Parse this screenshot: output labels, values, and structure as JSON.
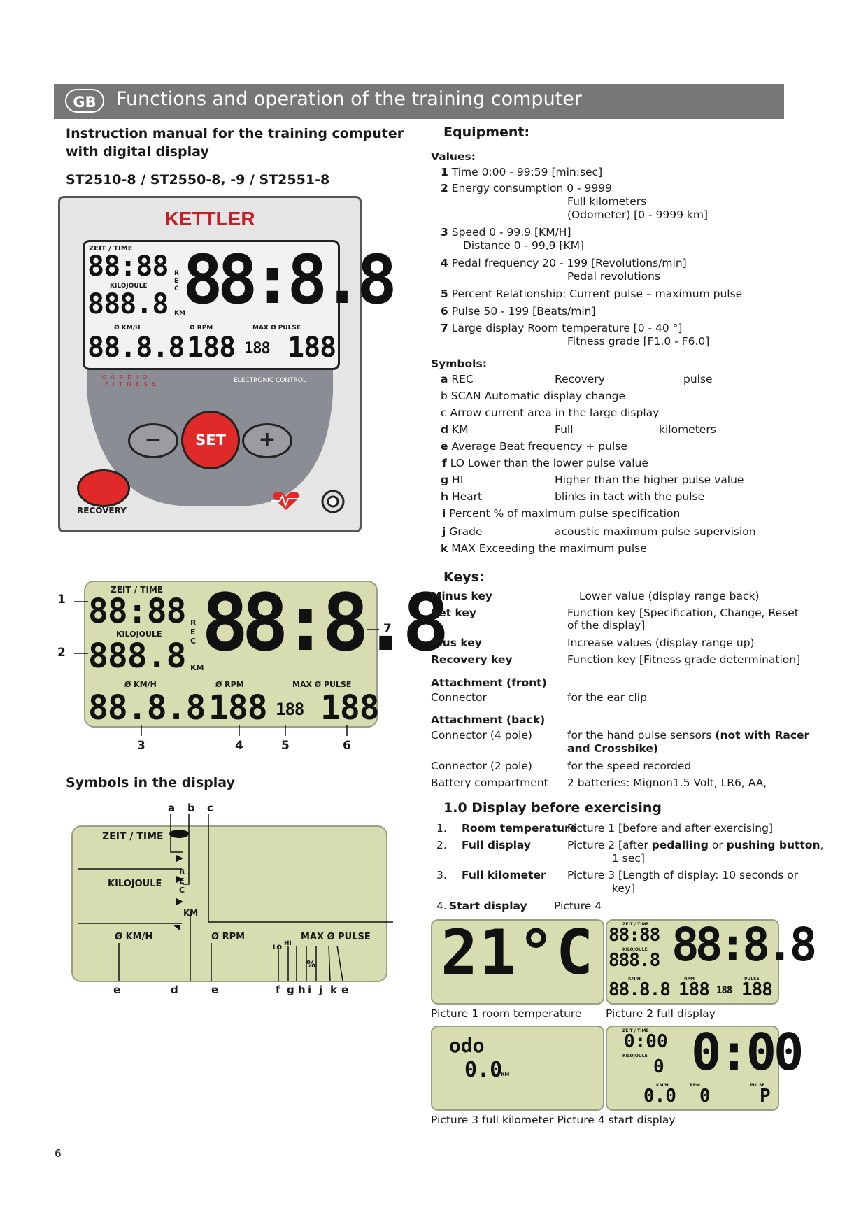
{
  "header": {
    "lang_badge": "GB",
    "title": "Functions and operation of the training computer"
  },
  "left": {
    "intro_title": "Instruction manual for the training computer with digital display",
    "models": "ST2510-8 / ST2550-8, -9 / ST2551-8",
    "console": {
      "brand": "KETTLER",
      "zeit_time": "ZEIT / TIME",
      "kilojoule": "KILOJOULE",
      "kmh": "Ø KM/H",
      "rpm": "Ø RPM",
      "max_pulse": "MAX Ø PULSE",
      "km": "KM",
      "rec": "REC",
      "cardio": "C A R D I O",
      "fitness": "F I T N E S S",
      "electronic": "ELECTRONIC CONTROL",
      "minus": "−",
      "set": "SET",
      "plus": "+",
      "recovery": "RECOVERY",
      "d_time": "88:88",
      "d_energy": "888.8",
      "d_big": "88:8.8",
      "d_speed": "88.8.8",
      "d_rpm": "188",
      "d_pct": "188",
      "d_pulse": "188"
    },
    "numbered": {
      "n1": "1",
      "n2": "2",
      "n3": "3",
      "n4": "4",
      "n5": "5",
      "n6": "6",
      "n7": "7"
    },
    "symbols_title": "Symbols in the display",
    "symbol_letters": {
      "a": "a",
      "b": "b",
      "c": "c",
      "e1": "e",
      "d": "d",
      "e2": "e",
      "f": "f",
      "g": "g",
      "h": "h",
      "i": "i",
      "j": "j",
      "k": "k",
      "e3": "e"
    },
    "symbol_lcd": {
      "zeit_time": "ZEIT / TIME",
      "kilojoule": "KILOJOULE",
      "km": "KM",
      "kmh": "Ø KM/H",
      "rpm": "Ø RPM",
      "max_pulse": "MAX Ø PULSE",
      "lo": "LO",
      "hi": "HI",
      "pct": "%"
    },
    "page_number": "6"
  },
  "right": {
    "equipment_title": "Equipment:",
    "values_title": "Values:",
    "values": [
      {
        "num": "1",
        "text": "Time 0:00 - 99:59 [min:sec]"
      },
      {
        "num": "2",
        "text": "Energy consumption 0 - 9999"
      },
      {
        "cont": "Full kilometers"
      },
      {
        "cont": "(Odometer) [0 - 9999 km]"
      },
      {
        "num": "3",
        "text": "Speed 0 - 99.9 [KM/H]"
      },
      {
        "cont2": "Distance 0 - 99,9 [KM]"
      },
      {
        "num": "4",
        "text": "Pedal frequency 20 - 199 [Revolutions/min]"
      },
      {
        "cont": "Pedal revolutions"
      },
      {
        "num": "5",
        "text": "Percent Relationship: Current pulse – maximum pulse"
      },
      {
        "num": "6",
        "text": "Pulse 50 - 199 [Beats/min]"
      },
      {
        "num": "7",
        "text": "Large display Room temperature [0 - 40 °]"
      },
      {
        "cont": "Fitness grade [F1.0 - F6.0]"
      }
    ],
    "symbols_title": "Symbols:",
    "symbols": [
      {
        "k": "a",
        "a": "REC",
        "b": "Recovery",
        "c": "pulse"
      },
      {
        "k": "b",
        "a": "SCAN  Automatic display change",
        "b": "",
        "c": ""
      },
      {
        "k": "c",
        "a": "Arrow  current area in the large display",
        "b": "",
        "c": ""
      },
      {
        "k": "d",
        "a": "KM",
        "b": "Full",
        "c": "kilometers"
      },
      {
        "k": "e",
        "a": "Average Beat frequency + pulse",
        "b": "",
        "c": ""
      },
      {
        "k": "f",
        "a": "LO   Lower than the lower pulse value",
        "b": "",
        "c": ""
      },
      {
        "k": "g",
        "a": "HI",
        "b": "Higher than the higher pulse value",
        "c": ""
      },
      {
        "k": "h",
        "a": "Heart",
        "b": "blinks in tact with the pulse",
        "c": ""
      },
      {
        "k": "i",
        "a": "Percent % of maximum pulse specification",
        "b": "",
        "c": ""
      },
      {
        "k": "j",
        "a": "Grade",
        "b": "acoustic maximum pulse supervision",
        "c": ""
      },
      {
        "k": "k",
        "a": "MAX Exceeding the maximum pulse",
        "b": "",
        "c": ""
      }
    ],
    "keys_title": "Keys:",
    "keys": {
      "minus_key": "Minus key",
      "minus_desc": "Lower value (display range back)",
      "set_key": "Set key",
      "set_desc1": "Function key [Specification, Change, Reset",
      "set_desc2": "of the display]",
      "plus_key": "Plus key",
      "plus_desc": "Increase values (display range up)",
      "recovery_key": "Recovery key",
      "recovery_desc": "Function key [Fitness grade determination]",
      "attach_front": "Attachment (front)",
      "connector": "Connector",
      "ear_clip": "for the ear clip",
      "attach_back": "Attachment (back)",
      "connector4": "Connector (4 pole)",
      "hand_pulse": "for the hand pulse sensors ",
      "not_racer": "(not with Racer",
      "crossbike": "and Crossbike)",
      "connector2": "Connector (2 pole)",
      "speed": "for the speed recorded",
      "battery": "Battery compartment",
      "batteries": "2 batteries: Mignon1.5 Volt, LR6, AA,"
    },
    "display_title": "1.0 Display before exercising",
    "display_items": {
      "n1": "1.",
      "l1": "Room temperature",
      "p1": "Picture 1 [before and after exercising]",
      "n2": "2.",
      "l2": "Full display",
      "p2a": "Picture 2 [after ",
      "p2b": "pedalling",
      "p2c": " or ",
      "p2d": "pushing button",
      "p2e": ",",
      "p2f": "1 sec]",
      "n3": "3.",
      "l3": "Full kilometer",
      "p3a": "Picture 3 [Length of display: 10 seconds or",
      "p3b": "key]",
      "n4": "4.",
      "l4": "Start display",
      "p4": "Picture 4"
    },
    "pictures": {
      "pic1_value": "21°C",
      "pic1_caption": "Picture 1 room temperature",
      "pic2_caption": "Picture 2 full display",
      "pic3_odo": "odo",
      "pic3_value": "0.0",
      "pic3_km": "KM",
      "pic34_caption": "Picture 3 full kilometer Picture 4 start display",
      "pic4_time": "0:00",
      "pic4_big": "0:00",
      "pic4_kj": "0",
      "pic4_kmh": "0.0",
      "pic4_rpm": "0",
      "pic4_pulse": "P",
      "zeit_time": "ZEIT / TIME",
      "kilojoule": "KILOJOULE",
      "kmh": "KM/H",
      "rpm": "RPM",
      "pulse": "PULSE",
      "d_time": "88:88",
      "d_energy": "888.8",
      "d_big": "88:8.8",
      "d_speed": "88.8.8",
      "d_rpm": "188",
      "d_pct": "188",
      "d_pulse": "188"
    }
  }
}
